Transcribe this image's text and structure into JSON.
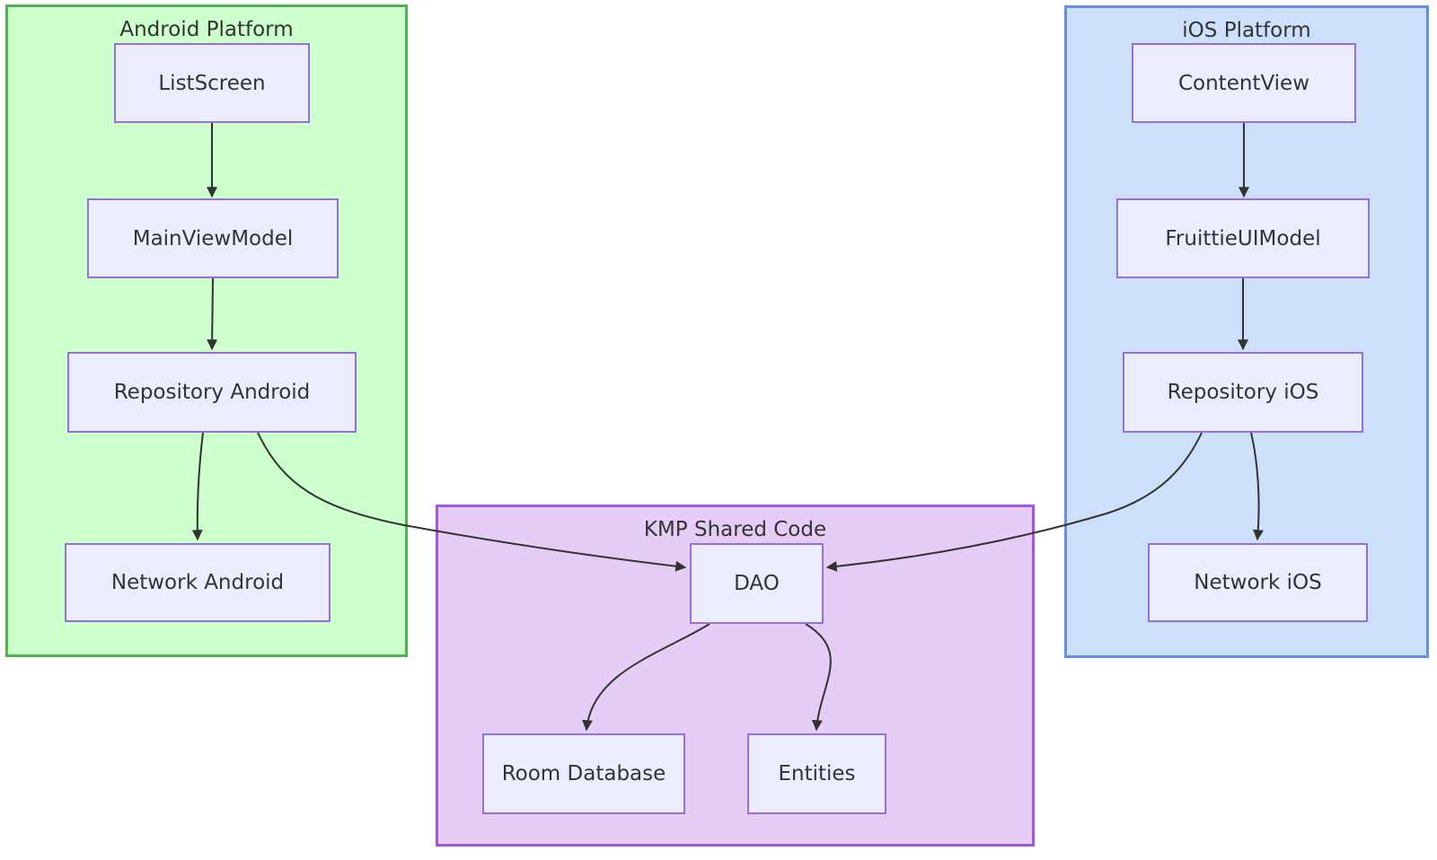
{
  "diagram": {
    "type": "flowchart",
    "clusters": [
      {
        "id": "android",
        "title": "Android Platform"
      },
      {
        "id": "ios",
        "title": "iOS Platform"
      },
      {
        "id": "kmp",
        "title": "KMP Shared Code"
      }
    ],
    "nodes": [
      {
        "id": "list-screen",
        "label": "ListScreen",
        "cluster": "android"
      },
      {
        "id": "main-view-model",
        "label": "MainViewModel",
        "cluster": "android"
      },
      {
        "id": "repository-android",
        "label": "Repository Android",
        "cluster": "android"
      },
      {
        "id": "network-android",
        "label": "Network Android",
        "cluster": "android"
      },
      {
        "id": "content-view",
        "label": "ContentView",
        "cluster": "ios"
      },
      {
        "id": "fruittie-ui-model",
        "label": "FruittieUIModel",
        "cluster": "ios"
      },
      {
        "id": "repository-ios",
        "label": "Repository iOS",
        "cluster": "ios"
      },
      {
        "id": "network-ios",
        "label": "Network iOS",
        "cluster": "ios"
      },
      {
        "id": "dao",
        "label": "DAO",
        "cluster": "kmp"
      },
      {
        "id": "room-database",
        "label": "Room Database",
        "cluster": "kmp"
      },
      {
        "id": "entities",
        "label": "Entities",
        "cluster": "kmp"
      }
    ],
    "edges": [
      {
        "from": "ListScreen",
        "to": "MainViewModel"
      },
      {
        "from": "MainViewModel",
        "to": "Repository Android"
      },
      {
        "from": "Repository Android",
        "to": "Network Android"
      },
      {
        "from": "Repository Android",
        "to": "DAO"
      },
      {
        "from": "ContentView",
        "to": "FruittieUIModel"
      },
      {
        "from": "FruittieUIModel",
        "to": "Repository iOS"
      },
      {
        "from": "Repository iOS",
        "to": "Network iOS"
      },
      {
        "from": "Repository iOS",
        "to": "DAO"
      },
      {
        "from": "DAO",
        "to": "Room Database"
      },
      {
        "from": "DAO",
        "to": "Entities"
      }
    ],
    "colors": {
      "android_fill": "#ccffcc",
      "android_border": "#52b152",
      "ios_fill": "#cce0f9",
      "ios_border": "#6290e8",
      "kmp_fill": "#e5cdf5",
      "kmp_border": "#a656dd",
      "node_fill": "#ececff",
      "node_border": "#9370db",
      "edge": "#333333",
      "text": "#333333"
    }
  }
}
